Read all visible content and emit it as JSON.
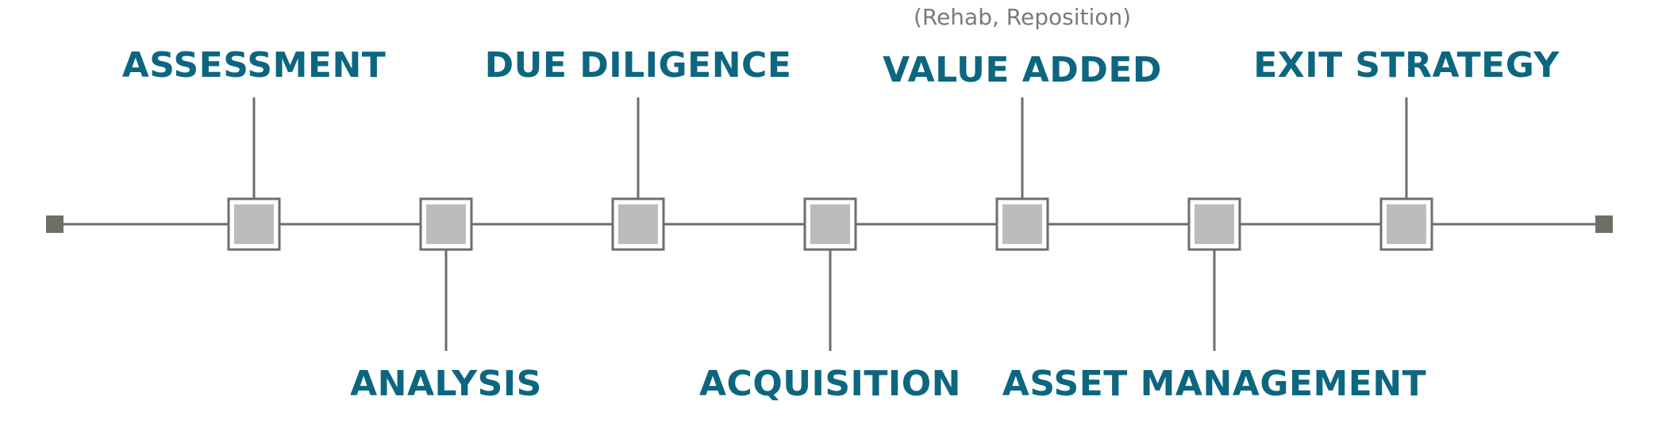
{
  "colors": {
    "label": "#0d6680",
    "line": "#6f6e66",
    "box_fill": "#bcbcbc",
    "box_border": "#6f6e66",
    "sublabel": "#7a7a7a",
    "endcap": "#6f6e66"
  },
  "steps": [
    {
      "label": "ASSESSMENT",
      "sublabel": "",
      "position": "above"
    },
    {
      "label": "ANALYSIS",
      "sublabel": "",
      "position": "below"
    },
    {
      "label": "DUE DILIGENCE",
      "sublabel": "",
      "position": "above"
    },
    {
      "label": "ACQUISITION",
      "sublabel": "",
      "position": "below"
    },
    {
      "label": "VALUE ADDED",
      "sublabel": "(Rehab, Reposition)",
      "position": "above"
    },
    {
      "label": "ASSET MANAGEMENT",
      "sublabel": "",
      "position": "below"
    },
    {
      "label": "EXIT STRATEGY",
      "sublabel": "",
      "position": "above"
    }
  ]
}
